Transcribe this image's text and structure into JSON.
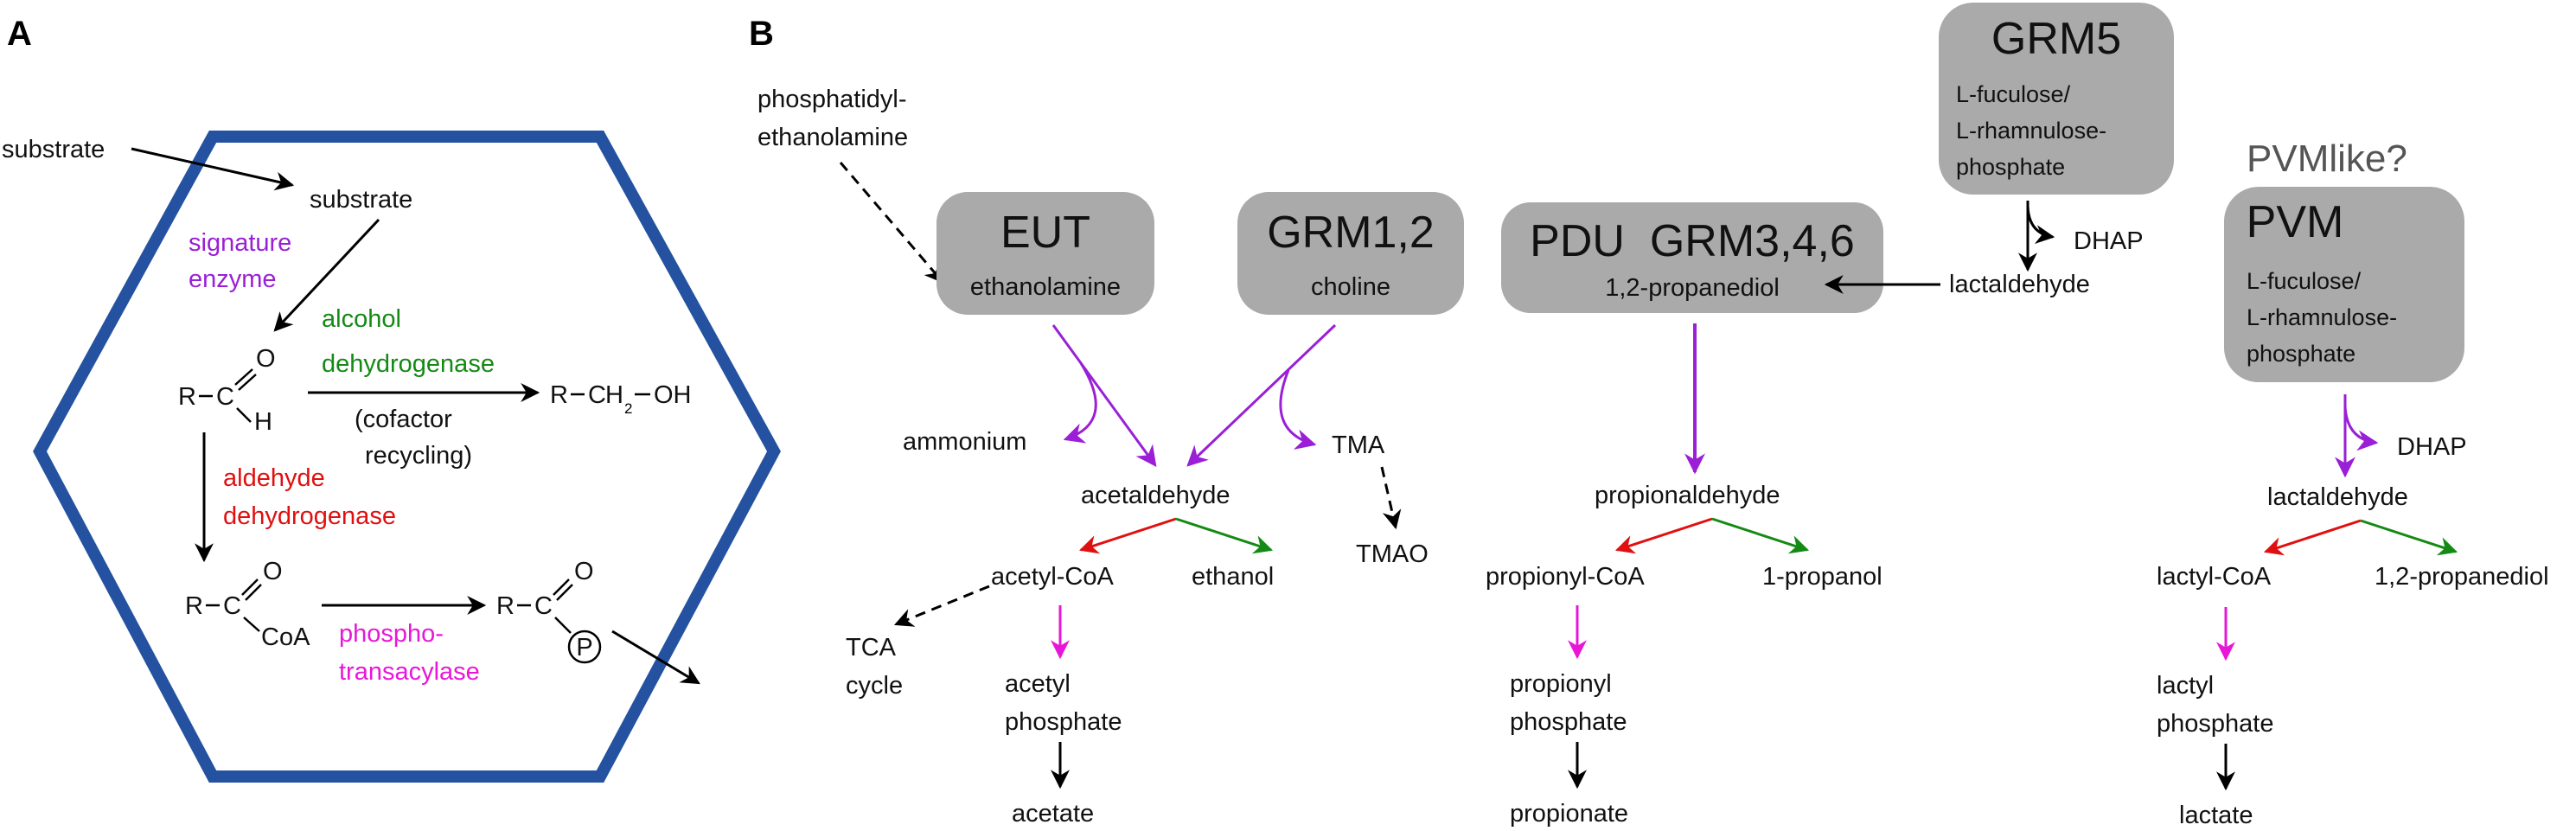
{
  "panels": {
    "a": "A",
    "b": "B"
  },
  "colors": {
    "hexagon": "#2452a0",
    "signature": "#9a1fd6",
    "alcohol": "#148a14",
    "aldehyde": "#e01010",
    "phospho": "#e817d8",
    "box": "#aaaaaa"
  },
  "panel_a": {
    "substrate_outside": "substrate",
    "substrate_inside": "substrate",
    "signature_enzyme": [
      "signature",
      "enzyme"
    ],
    "alcohol_dehydrogenase": [
      "alcohol",
      "dehydrogenase"
    ],
    "cofactor": [
      "(cofactor",
      "recycling)"
    ],
    "aldehyde_dehydrogenase": [
      "aldehyde",
      "dehydrogenase"
    ],
    "phosphotransacylase": [
      "phospho-",
      "transacylase"
    ],
    "aldehyde_struct": {
      "r": "R",
      "c": "C",
      "o": "O",
      "h": "H"
    },
    "alcohol_struct": {
      "r": "R",
      "c": "C",
      "h": "H",
      "sub": "2",
      "oh": "OH"
    },
    "acyl_coa_struct": {
      "r": "R",
      "c": "C",
      "o": "O",
      "coa": "CoA"
    },
    "acyl_p_struct": {
      "r": "R",
      "c": "C",
      "o": "O",
      "p": "P"
    }
  },
  "panel_b": {
    "phosphatidyl": [
      "phosphatidyl-",
      "ethanolamine"
    ],
    "eut": {
      "title": "EUT",
      "sub": "ethanolamine"
    },
    "grm12": {
      "title": "GRM1,2",
      "sub": "choline"
    },
    "pdu": {
      "title": "PDU  GRM3,4,6",
      "sub": "1,2-propanediol"
    },
    "grm5": {
      "title": "GRM5",
      "sub": [
        "L-fuculose/",
        "L-rhamnulose-",
        "phosphate"
      ]
    },
    "pvmlike": "PVMlike?",
    "pvm": {
      "title": "PVM",
      "sub": [
        "L-fuculose/",
        "L-rhamnulose-",
        "phosphate"
      ]
    },
    "ethanolamine_path": {
      "ammonium": "ammonium",
      "tma": "TMA",
      "tmao": "TMAO",
      "acetaldehyde": "acetaldehyde",
      "acetyl_coa": "acetyl-CoA",
      "ethanol": "ethanol",
      "tca": [
        "TCA",
        "cycle"
      ],
      "acetyl_phosphate": [
        "acetyl",
        "phosphate"
      ],
      "acetate": "acetate"
    },
    "propanediol_path": {
      "propionaldehyde": "propionaldehyde",
      "propionyl_coa": "propionyl-CoA",
      "propanol": "1-propanol",
      "propionyl_phosphate": [
        "propionyl",
        "phosphate"
      ],
      "propionate": "propionate"
    },
    "grm5_path": {
      "dhap": "DHAP",
      "lactaldehyde": "lactaldehyde"
    },
    "pvm_path": {
      "dhap": "DHAP",
      "lactaldehyde": "lactaldehyde",
      "lactyl_coa": "lactyl-CoA",
      "propanediol": "1,2-propanediol",
      "lactyl_phosphate": [
        "lactyl",
        "phosphate"
      ],
      "lactate": "lactate"
    }
  }
}
